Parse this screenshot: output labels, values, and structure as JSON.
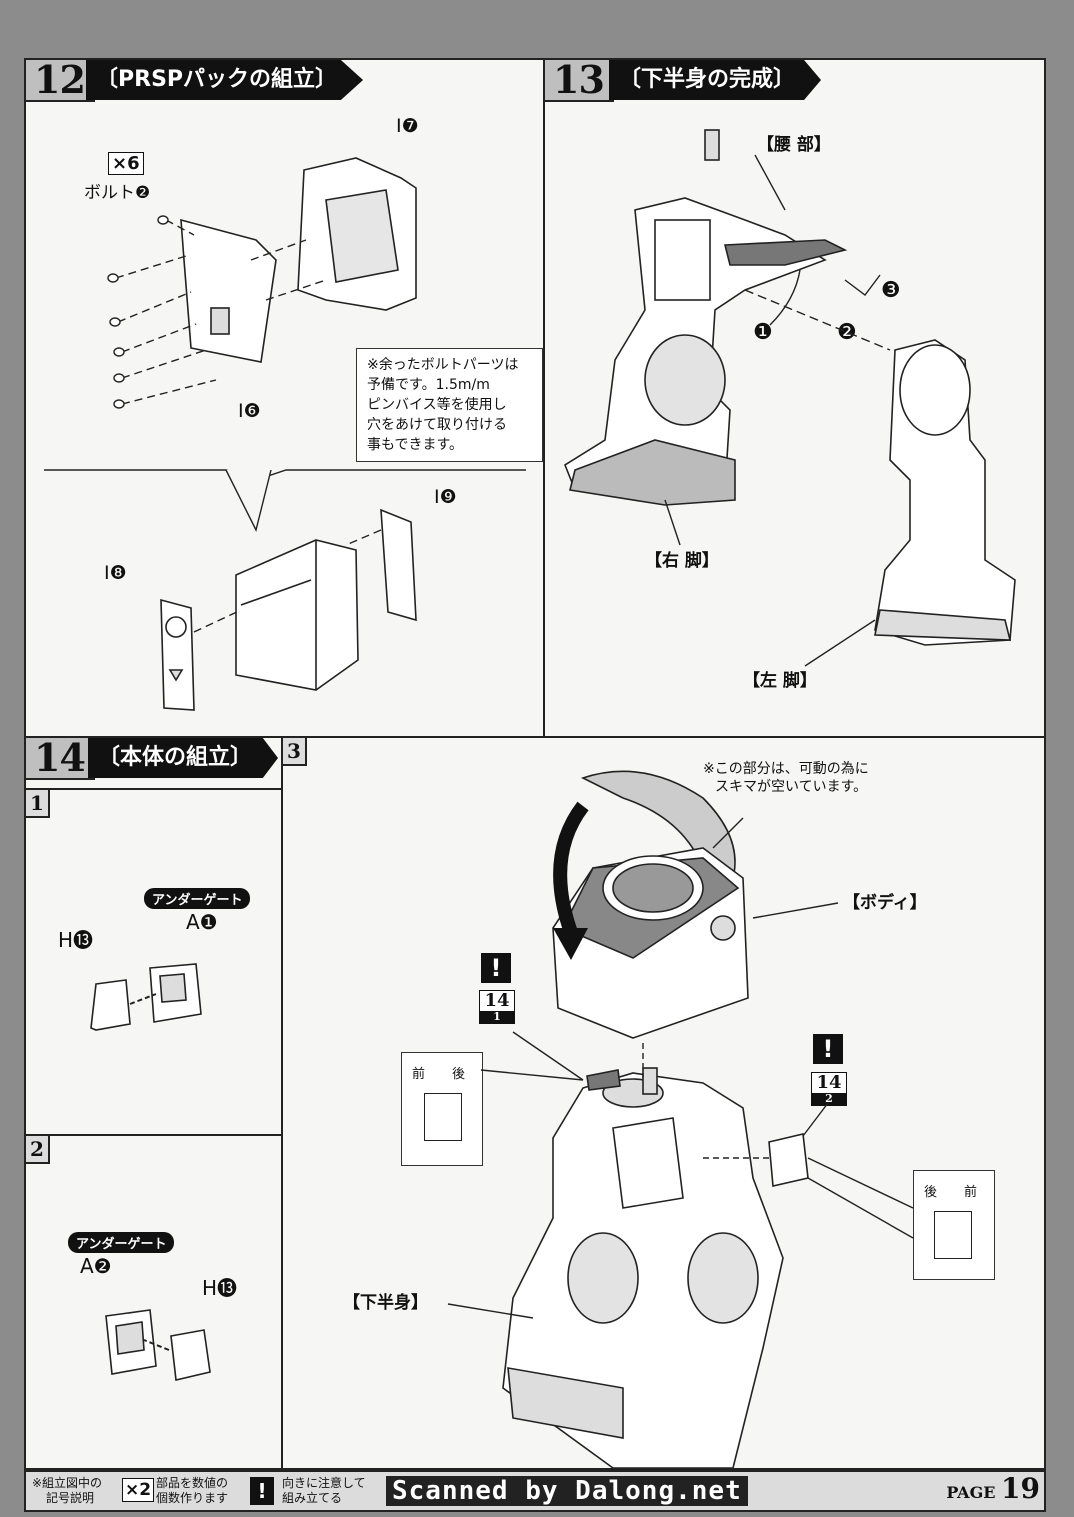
{
  "step12": {
    "num": "12",
    "title": "〔PRSPパックの組立〕"
  },
  "step13": {
    "num": "13",
    "title": "〔下半身の完成〕"
  },
  "step14": {
    "num": "14",
    "title": "〔本体の組立〕"
  },
  "sub": {
    "one": "1",
    "two": "2",
    "three": "3"
  },
  "s12": {
    "qty": "×6",
    "bolt": "ボルト❷",
    "i7": "I❼",
    "i6": "I❻",
    "i8": "I❽",
    "i9": "I❾",
    "note": [
      "※余ったボルトパーツは",
      "予備です。1.5m/m",
      "ピンバイス等を使用し",
      "穴をあけて取り付ける",
      "事もできます。"
    ]
  },
  "s13": {
    "waist": "【腰 部】",
    "right_leg": "【右 脚】",
    "left_leg": "【左 脚】",
    "order1": "❶",
    "order2": "❷",
    "order3": "❸"
  },
  "s14_1": {
    "pill": "アンダーゲート",
    "a": "A❶",
    "h": "H⓭"
  },
  "s14_2": {
    "pill": "アンダーゲート",
    "a": "A❷",
    "h": "H⓭"
  },
  "s14_3": {
    "note": [
      "※この部分は、可動の為に",
      "スキマが空いています。"
    ],
    "body": "【ボディ】",
    "lower": "【下半身】",
    "warn": "!",
    "ref1_num": "14",
    "ref1_sub": "1",
    "ref2_num": "14",
    "ref2_sub": "2",
    "front": "前",
    "back": "後"
  },
  "footer": {
    "legend_title": [
      "※組立図中の",
      "記号説明"
    ],
    "x2": "×2",
    "x2_text": [
      "部品を数値の",
      "個数作ります"
    ],
    "warn": "!",
    "warn_text": [
      "向きに注意して",
      "組み立てる"
    ],
    "scanned": "Scanned by Dalong.net",
    "page_label": "PAGE",
    "page_num": "19"
  }
}
